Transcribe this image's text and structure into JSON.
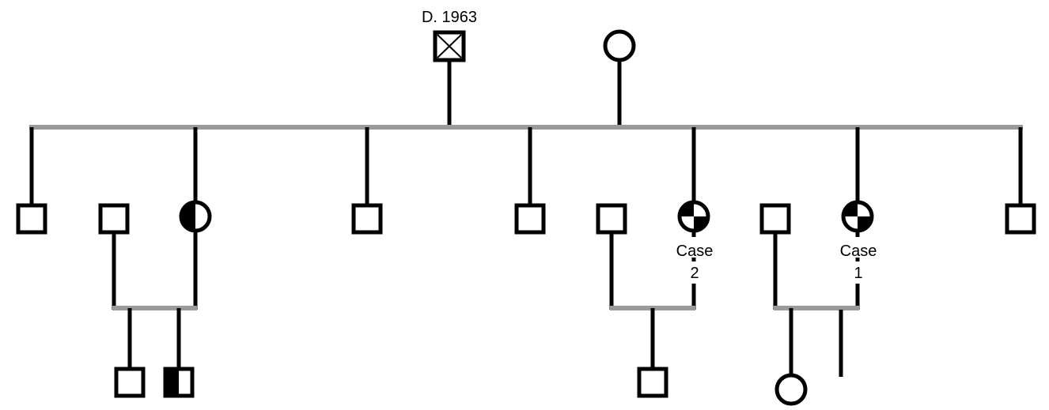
{
  "diagram": {
    "type": "pedigree",
    "colors": {
      "line": "#000000",
      "sibship_line": "#9a9a9a",
      "fill": "#ffffff",
      "affected": "#000000"
    },
    "legend": "none",
    "labels": {
      "grandfather": "D. 1963",
      "case2_line1": "Case",
      "case2_line2": "2",
      "case1_line1": "Case",
      "case1_line2": "1"
    },
    "generations": [
      {
        "generation": "I",
        "members": [
          {
            "id": "grandfather",
            "sex": "male",
            "status": "deceased"
          },
          {
            "id": "grandmother",
            "sex": "female",
            "status": "unaffected"
          }
        ]
      },
      {
        "generation": "II",
        "members": [
          {
            "id": "son-1",
            "sex": "male",
            "status": "unaffected"
          },
          {
            "id": "spouse-1",
            "sex": "male",
            "status": "unaffected"
          },
          {
            "id": "daughter-1",
            "sex": "female",
            "status": "half-affected"
          },
          {
            "id": "son-2",
            "sex": "male",
            "status": "unaffected"
          },
          {
            "id": "son-3",
            "sex": "male",
            "status": "unaffected"
          },
          {
            "id": "spouse-2",
            "sex": "male",
            "status": "unaffected"
          },
          {
            "id": "case-2",
            "sex": "female",
            "status": "half-affected"
          },
          {
            "id": "spouse-3",
            "sex": "male",
            "status": "unaffected"
          },
          {
            "id": "case-1",
            "sex": "female",
            "status": "half-affected"
          },
          {
            "id": "son-4",
            "sex": "male",
            "status": "unaffected"
          }
        ]
      },
      {
        "generation": "III",
        "members": [
          {
            "id": "grandson-1",
            "sex": "male",
            "status": "unaffected"
          },
          {
            "id": "grandson-2",
            "sex": "male",
            "status": "half-affected"
          },
          {
            "id": "grandson-3",
            "sex": "male",
            "status": "unaffected"
          },
          {
            "id": "granddaughter-1",
            "sex": "female",
            "status": "unaffected"
          },
          {
            "id": "child-line",
            "sex": "unknown",
            "status": "line-only"
          }
        ]
      }
    ]
  }
}
